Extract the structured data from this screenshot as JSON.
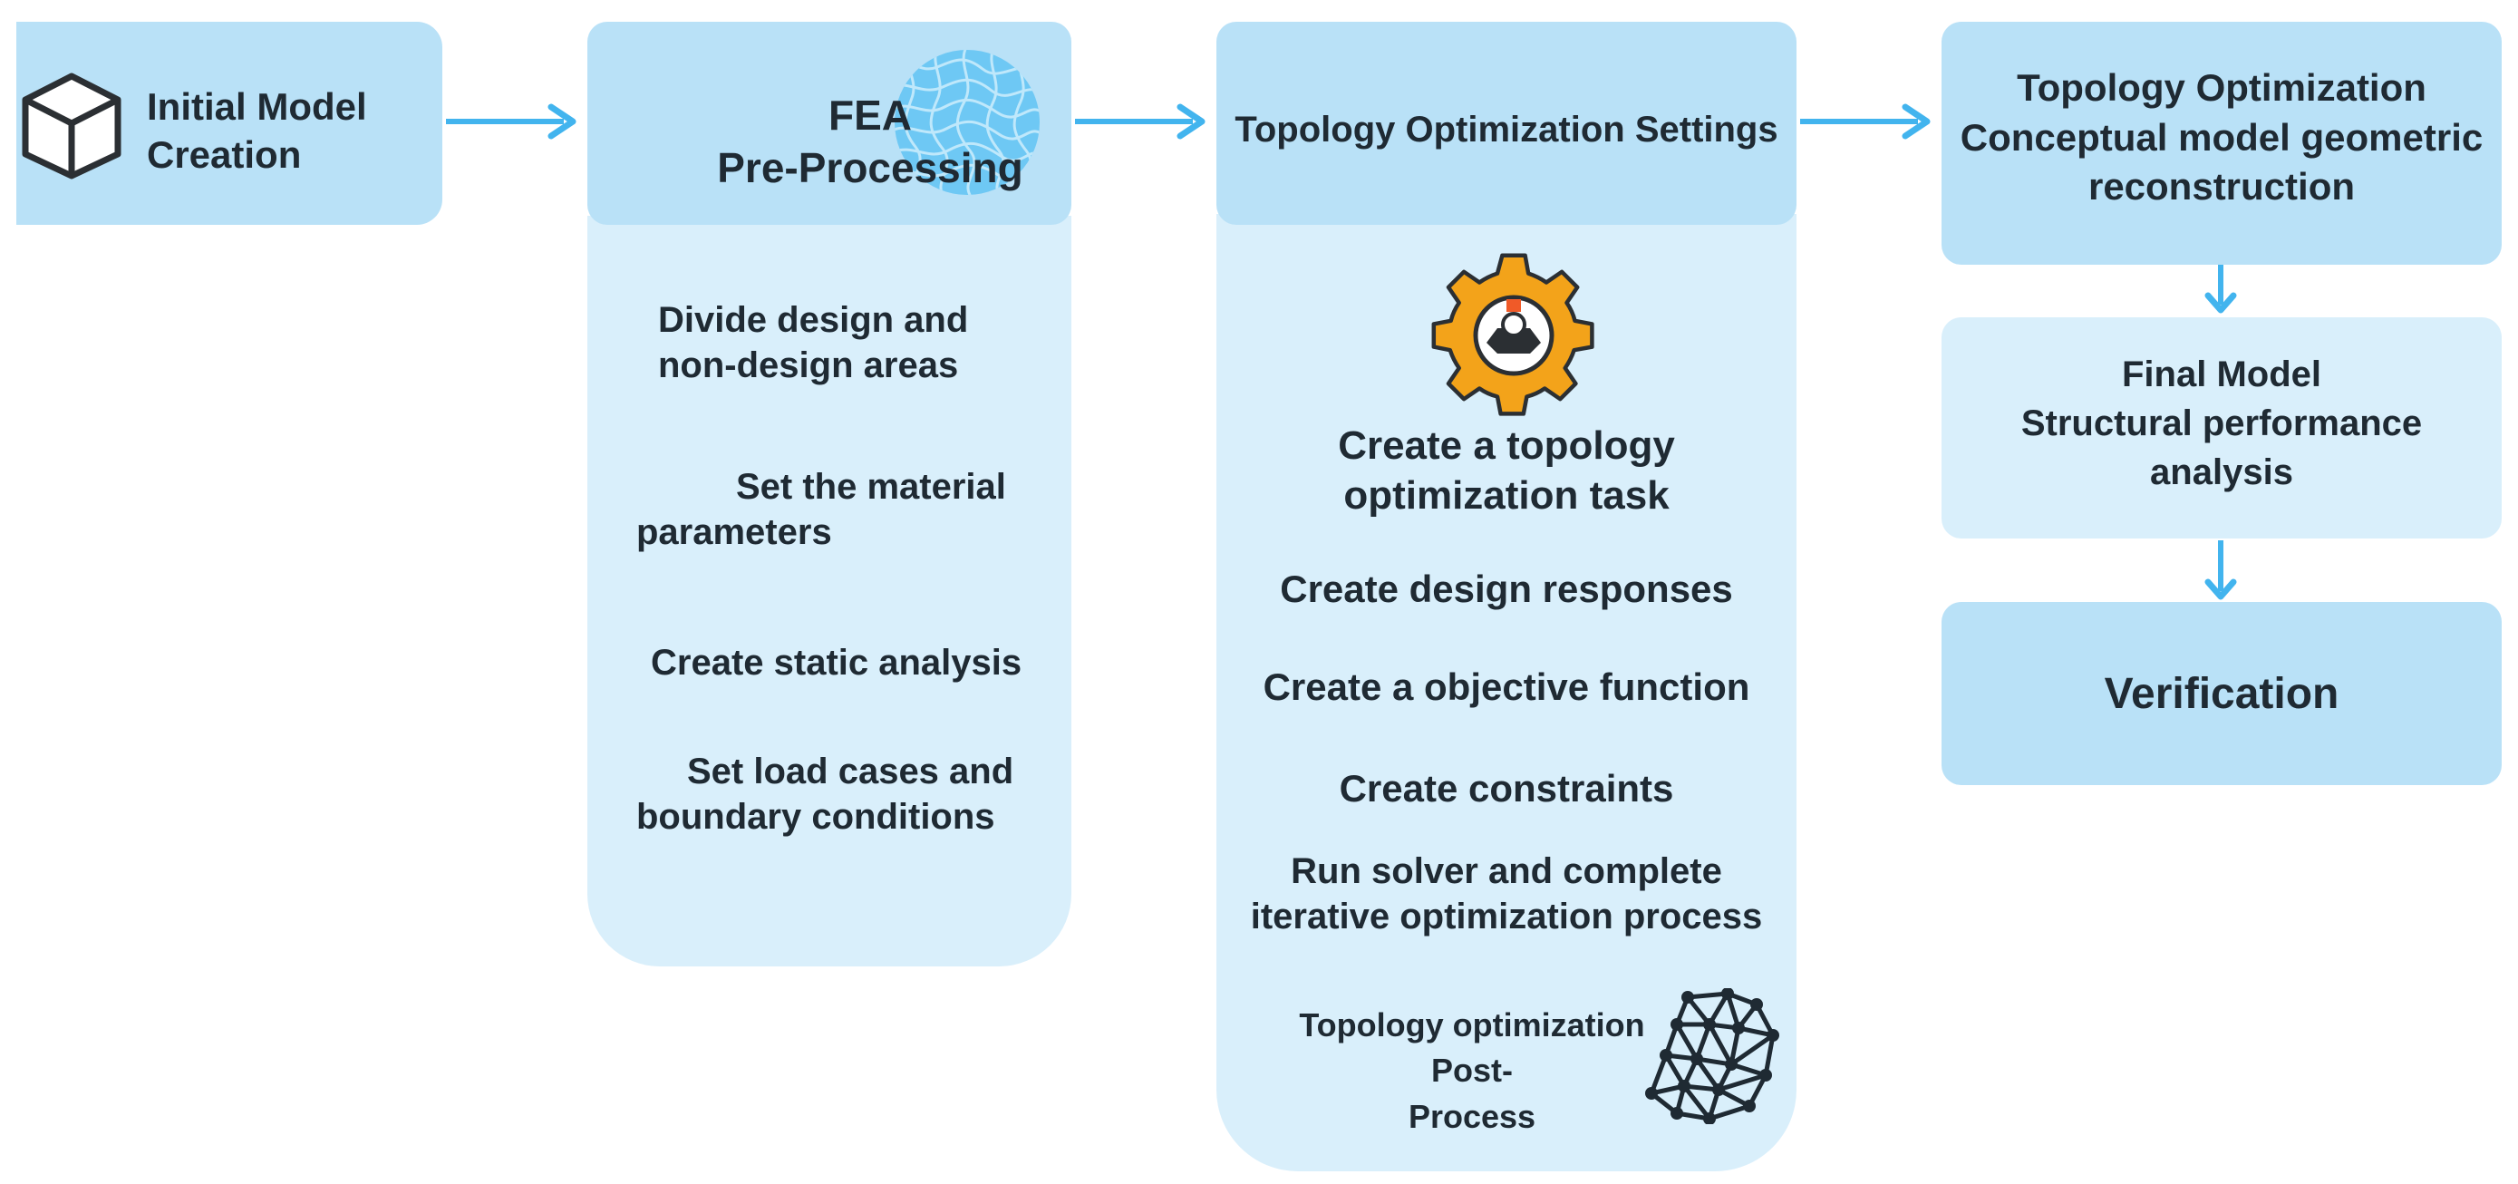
{
  "stage1": {
    "line1": "Initial Model",
    "line2": "Creation",
    "icon": "cube-icon"
  },
  "stage2": {
    "title_line1": "FEA",
    "title_line2": "Pre-Processing",
    "icon": "mesh-texture-icon",
    "steps": [
      {
        "line1": "Divide design and",
        "line2": "non-design areas"
      },
      {
        "line1": "Set the material",
        "line2": "parameters"
      },
      {
        "line1": "Create static analysis"
      },
      {
        "line1": "Set load cases and",
        "line2": "boundary conditions"
      }
    ]
  },
  "stage3": {
    "title": "Topology Optimization Settings",
    "icon": "gear-icon",
    "steps": [
      {
        "line1": "Create a topology",
        "line2": "optimization task"
      },
      {
        "line1": "Create design responses"
      },
      {
        "line1": "Create a objective function"
      },
      {
        "line1": "Create constraints"
      },
      {
        "line1": "Run solver and complete",
        "line2": "iterative optimization process"
      }
    ],
    "post": {
      "line1": "Topology optimization",
      "line2": "Post-",
      "line3": "Process",
      "icon": "truss-mesh-icon"
    }
  },
  "stage4": {
    "line1": "Topology Optimization",
    "line2": "Conceptual model geometric",
    "line3": "reconstruction"
  },
  "stage5": {
    "line1": "Final Model",
    "line2": "Structural performance",
    "line3": "analysis"
  },
  "stage6": {
    "label": "Verification"
  },
  "colors": {
    "arrow": "#42b4ee",
    "box_dark": "#b9e1f7",
    "box_light": "#d9effb",
    "gear": "#f3a31a"
  }
}
